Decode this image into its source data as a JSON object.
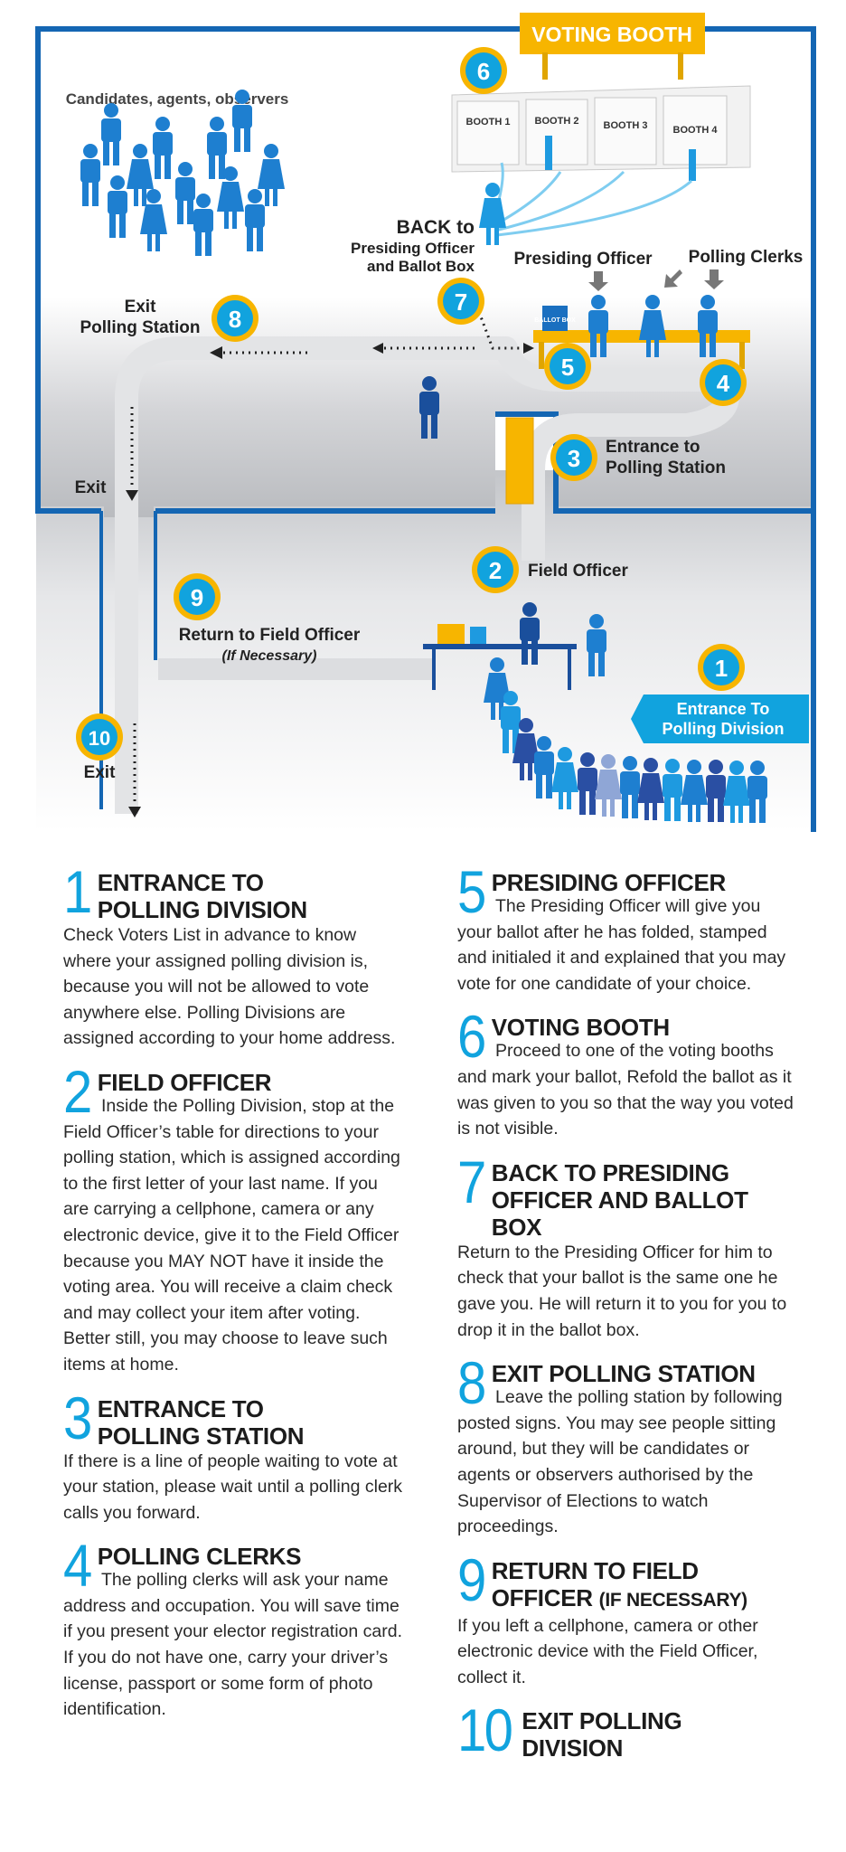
{
  "diagram": {
    "booth_sign": "VOTING BOOTH",
    "booths": [
      "BOOTH 1",
      "BOOTH 2",
      "BOOTH 3",
      "BOOTH 4"
    ],
    "crowd_label": "Candidates, agents, observers",
    "back_label_1": "BACK to",
    "back_label_2": "Presiding Officer",
    "back_label_3": "and Ballot Box",
    "presiding_label": "Presiding Officer",
    "clerks_label": "Polling Clerks",
    "ballot_box": "BALLOT BOX",
    "exit_station_1": "Exit",
    "exit_station_2": "Polling Station",
    "exit_left": "Exit",
    "entrance_station_1": "Entrance to",
    "entrance_station_2": "Polling Station",
    "field_officer_label": "Field Officer",
    "return_label": "Return to Field Officer",
    "return_sub": "(If Necessary)",
    "entrance_division_1": "Entrance To",
    "entrance_division_2": "Polling Division",
    "exit_bottom": "Exit",
    "markers": [
      "1",
      "2",
      "3",
      "4",
      "5",
      "6",
      "7",
      "8",
      "9",
      "10"
    ]
  },
  "colors": {
    "frame_blue": "#1466b3",
    "accent_cyan": "#11a3de",
    "marker_yellow": "#f7b500",
    "person_blue": "#1e7fd0",
    "dark_blue": "#1a4f9c"
  },
  "steps": {
    "s1": {
      "num": "1",
      "title_1": "ENTRANCE TO",
      "title_2": "POLLING DIVISION",
      "body": "Check Voters List in advance to know where your assigned polling division is, because you will not be allowed to vote anywhere else. Polling Divisions are assigned according to your home address."
    },
    "s2": {
      "num": "2",
      "title_1": "FIELD OFFICER",
      "body": "Inside the Polling Division, stop at the Field Officer’s table for directions to your polling station, which is assigned according to the first letter of your last name. If you are carrying a cellphone, camera or any electronic device, give it to the Field Officer because you MAY NOT have it inside the voting area. You will receive a claim check and may collect your item after voting. Better still, you may choose to leave such items at home."
    },
    "s3": {
      "num": "3",
      "title_1": "ENTRANCE TO",
      "title_2": "POLLING STATION",
      "body": "If there is a line of people waiting to vote at your station, please wait until a polling clerk calls you forward."
    },
    "s4": {
      "num": "4",
      "title_1": "POLLING CLERKS",
      "body": "The polling clerks will ask your name address and occupation. You will save time if you present your elector registration card. If you do not have one, carry your driver’s license, passport or some form of photo identification."
    },
    "s5": {
      "num": "5",
      "title_1": "PRESIDING OFFICER",
      "body": "The Presiding Officer will give you your ballot after he has folded, stamped and initialed it and explained that you may vote for one candidate of your choice."
    },
    "s6": {
      "num": "6",
      "title_1": "VOTING BOOTH",
      "body": "Proceed to one of the voting booths and mark your ballot, Refold the ballot as it was given to you so that the way you voted is not visible."
    },
    "s7": {
      "num": "7",
      "title_1": "BACK TO PRESIDING",
      "title_2": "OFFICER AND BALLOT",
      "title_3": "BOX",
      "body": "Return to the Presiding Officer for him to check that your ballot is the same one he gave you. He will return it to you for you to drop it in the ballot box."
    },
    "s8": {
      "num": "8",
      "title_1": "EXIT POLLING STATION",
      "body": "Leave the polling station by following posted signs. You may see people sitting around, but they will be candidates or agents or observers authorised by the Supervisor of Elections to watch proceedings."
    },
    "s9": {
      "num": "9",
      "title_1": "RETURN TO FIELD",
      "title_2": "OFFICER",
      "title_2b": "(IF NECESSARY)",
      "body": "If you left a cellphone, camera or other electronic device with the Field Officer, collect it."
    },
    "s10": {
      "num": "10",
      "title_1": "EXIT POLLING",
      "title_2": "DIVISION"
    }
  }
}
